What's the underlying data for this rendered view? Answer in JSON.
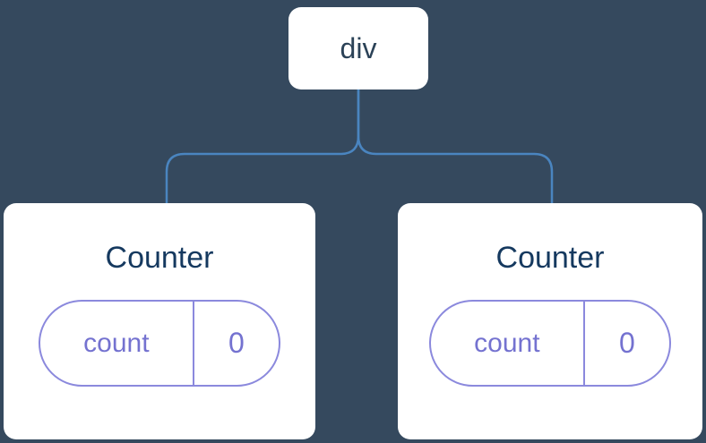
{
  "diagram": {
    "root": {
      "label": "div"
    },
    "children": [
      {
        "title": "Counter",
        "state": {
          "key": "count",
          "value": "0"
        }
      },
      {
        "title": "Counter",
        "state": {
          "key": "count",
          "value": "0"
        }
      }
    ],
    "colors": {
      "background": "#35495e",
      "connector": "#4a85c0",
      "card_background": "#ffffff",
      "root_text": "#2b4257",
      "title_text": "#15395f",
      "state_purple": "#7472d0",
      "state_border": "#8b89dd"
    }
  }
}
